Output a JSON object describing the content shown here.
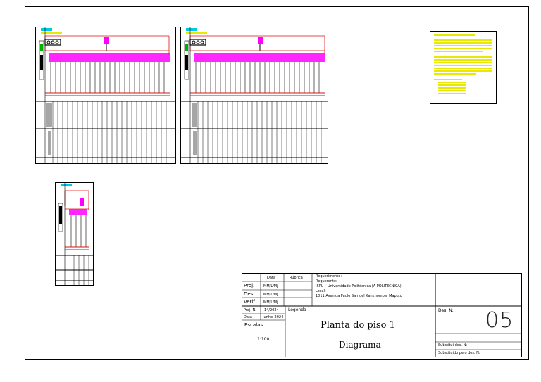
{
  "titleblock": {
    "col_data": "Data",
    "col_rubrica": "Rúbrica",
    "row_proj": "Proj.",
    "row_des": "Des.",
    "row_verif": "Verif.",
    "cell_proj": "MM/L/Mj",
    "cell_des": "MM/L/Mj",
    "cell_verif": "MM/L/Mj",
    "requerimento_label": "Requerimento:",
    "requerente_label": "Requerente:",
    "requerente": "ISPU – Universidade Politécnica (A POLITÉCNICA)",
    "local_label": "Local:",
    "local": "1011 Avenida Paulo Samuel Kankhomba, Maputo",
    "proj_n_label": "Proj. N.",
    "proj_n": "14/2024",
    "data_label": "Data",
    "data": "Junho–2024",
    "escalas_label": "Escalas",
    "escala": "1:100",
    "legenda_label": "Legenda",
    "title": "Planta do piso 1",
    "subtitle": "Diagrama",
    "des_n_label": "Des. N:",
    "des_n": "05",
    "subst_label": "Substitui des. N:",
    "substituido_label": "Substituido pelo des. N:"
  },
  "colors": {
    "red": "#e01010",
    "magenta": "#ff00ff",
    "yellow": "#e8e800",
    "cyan": "#00c8e8",
    "green": "#00b000"
  }
}
